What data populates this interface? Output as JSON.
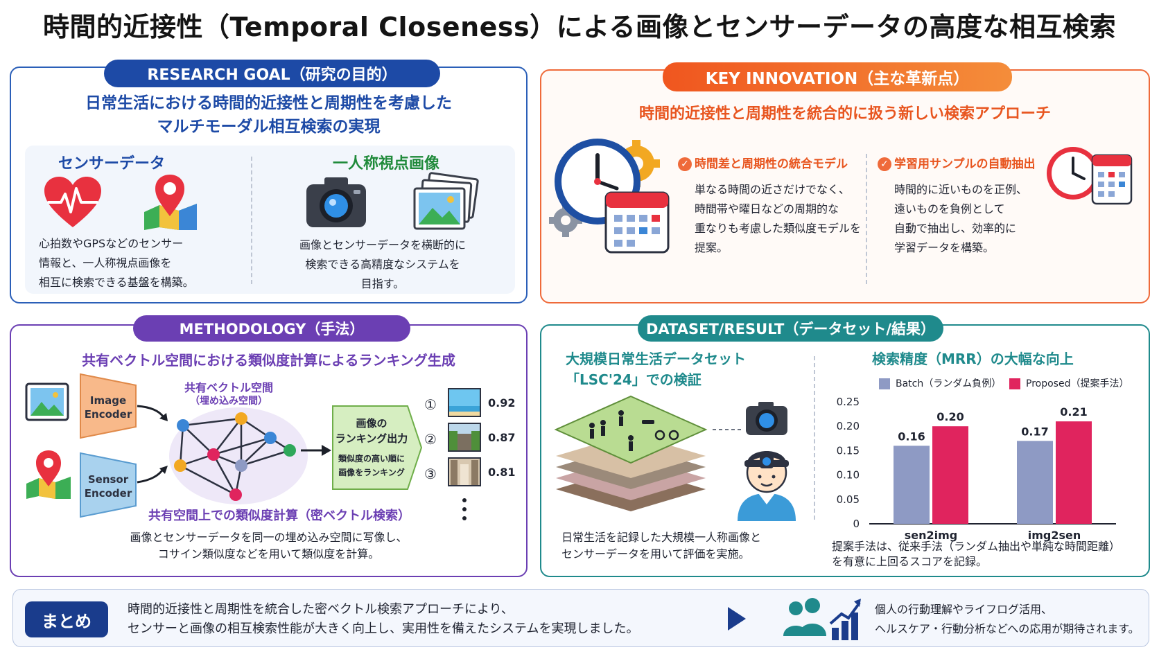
{
  "title": "時間的近接性（Temporal Closeness）による画像とセンサーデータの高度な相互検索",
  "goal": {
    "badge": "RESEARCH GOAL（研究の目的）",
    "heading_line1": "日常生活における時間的近接性と周期性を考慮した",
    "heading_line2": "マルチモーダル相互検索の実現",
    "sensor_title": "センサーデータ",
    "sensor_text": [
      "心拍数やGPSなどのセンサー",
      "情報と、一人称視点画像を",
      "相互に検索できる基盤を構築。"
    ],
    "image_title": "一人称視点画像",
    "image_text": [
      "画像とセンサーデータを横断的に",
      "検索できる高精度なシステムを",
      "目指す。"
    ]
  },
  "innovation": {
    "badge": "KEY INNOVATION（主な革新点）",
    "heading": "時間的近接性と周期性を統合的に扱う新しい検索アプローチ",
    "model_title": "時間差と周期性の統合モデル",
    "model_text": [
      "単なる時間の近さだけでなく、",
      "時間帯や曜日などの周期的な",
      "重なりも考慮した類似度モデルを",
      "提案。"
    ],
    "sample_title": "学習用サンプルの自動抽出",
    "sample_text": [
      "時間的に近いものを正例、",
      "遠いものを負例として",
      "自動で抽出し、効率的に",
      "学習データを構築。"
    ]
  },
  "methodology": {
    "badge": "METHODOLOGY（手法）",
    "heading": "共有ベクトル空間における類似度計算によるランキング生成",
    "image_encoder": [
      "Image",
      "Encoder"
    ],
    "sensor_encoder": [
      "Sensor",
      "Encoder"
    ],
    "space_label": [
      "共有ベクトル空間",
      "（埋め込み空間）"
    ],
    "output_title": [
      "画像の",
      "ランキング出力"
    ],
    "output_sub": [
      "類似度の高い順に",
      "画像をランキング"
    ],
    "ranks": [
      {
        "num": "①",
        "score": "0.92"
      },
      {
        "num": "②",
        "score": "0.87"
      },
      {
        "num": "③",
        "score": "0.81"
      }
    ],
    "calc_title": "共有空間上での類似度計算（密ベクトル検索）",
    "calc_text": [
      "画像とセンサーデータを同一の埋め込み空間に写像し、",
      "コサイン類似度などを用いて類似度を計算。"
    ]
  },
  "dataset": {
    "badge": "DATASET/RESULT（データセット/結果）",
    "heading_line1": "大規模日常生活データセット",
    "heading_line2": "「LSC'24」での検証",
    "text": [
      "日常生活を記録した大規模一人称画像と",
      "センサーデータを用いて評価を実施。"
    ],
    "result_heading": "検索精度（MRR）の大幅な向上",
    "result_text": [
      "提案手法は、従来手法（ランダム抽出や単純な時間距離）",
      "を有意に上回るスコアを記録。"
    ]
  },
  "chart_data": {
    "type": "bar",
    "categories": [
      "sen2img",
      "img2sen"
    ],
    "series": [
      {
        "name": "Batch（ランダム負例）",
        "values": [
          0.16,
          0.17
        ],
        "color": "#8e9ac4"
      },
      {
        "name": "Proposed（提案手法）",
        "values": [
          0.2,
          0.21
        ],
        "color": "#e0245e"
      }
    ],
    "value_labels": [
      [
        "0.16",
        "0.17"
      ],
      [
        "0.20",
        "0.21"
      ]
    ],
    "y_ticks": [
      "0",
      "0.05",
      "0.10",
      "0.15",
      "0.20",
      "0.25"
    ],
    "ylim": [
      0,
      0.25
    ],
    "legend": "top",
    "grid": false
  },
  "summary": {
    "badge": "まとめ",
    "text": [
      "時間的近接性と周期性を統合した密ベクトル検索アプローチにより、",
      "センサーと画像の相互検索性能が大きく向上し、実用性を備えたシステムを実現しました。"
    ],
    "outlook": [
      "個人の行動理解やライフログ活用、",
      "ヘルスケア・行動分析などへの応用が期待されます。"
    ]
  },
  "colors": {
    "goal": "#1d4aa6",
    "innovation": "#ef6a3a",
    "methodology": "#6b3fb3",
    "dataset": "#1f8a8c",
    "accent_green": "#1f8a3a"
  }
}
